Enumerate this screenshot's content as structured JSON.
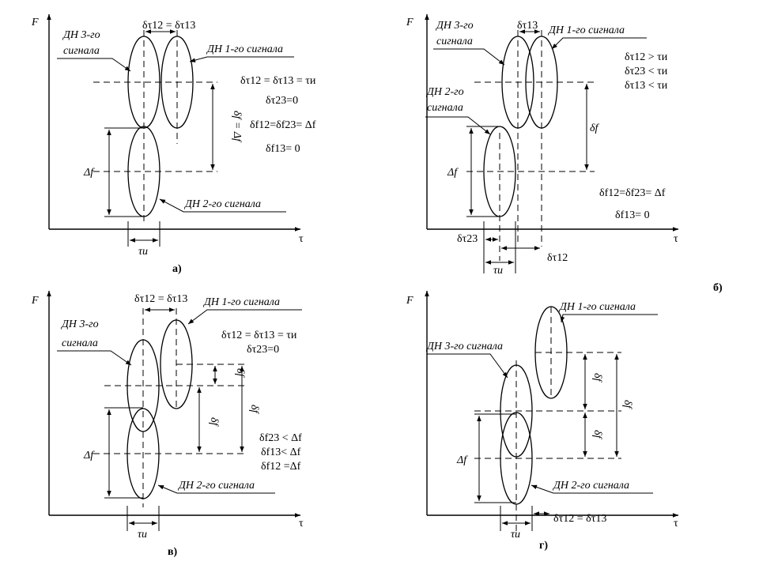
{
  "figure": {
    "panels": [
      {
        "id": "a",
        "caption": "а)",
        "axis_y": "F",
        "axis_x": "τ",
        "labels": {
          "dn3": [
            "ДН 3-го",
            "сигнала"
          ],
          "dn1": "ДН 1-го сигнала",
          "dn2": "ДН 2-го сигнала",
          "dtau_top": "δτ12 = δτ13",
          "delta_f": "Δf",
          "tau_u": "τи",
          "delta_f_right": "δf = Δf"
        },
        "equations": [
          "δτ12 = δτ13 = τи",
          "δτ23=0",
          "δf12=δf23= Δf",
          "δf13= 0"
        ]
      },
      {
        "id": "b",
        "caption": "б)",
        "axis_y": "F",
        "axis_x": "τ",
        "labels": {
          "dn3": [
            "ДН 3-го",
            "сигнала"
          ],
          "dn1": "ДН 1-го сигнала",
          "dn2": [
            "ДН 2-го",
            "сигнала"
          ],
          "dtau_top": "δτ13",
          "delta_f": "Δf",
          "df_right": "δf",
          "dtau23": "δτ23",
          "dtau12": "δτ12",
          "tau_u": "τи"
        },
        "equations_top": [
          "δτ12 > τи",
          "δτ23 < τи",
          "δτ13 < τи"
        ],
        "equations_bottom": [
          "δf12=δf23= Δf",
          "δf13= 0"
        ]
      },
      {
        "id": "v",
        "caption": "в)",
        "axis_y": "F",
        "axis_x": "τ",
        "labels": {
          "dn3": [
            "ДН 3-го",
            "сигнала"
          ],
          "dn1": "ДН 1-го сигнала",
          "dn2": "ДН 2-го сигнала",
          "dtau_top": "δτ12 = δτ13",
          "delta_f": "Δf",
          "tau_u": "τи",
          "df_small": "δf",
          "df_mid": "δf",
          "df_big": "δf"
        },
        "equations_top": [
          "δτ12 = δτ13 = τи",
          "δτ23=0"
        ],
        "equations_bottom": [
          "δf23 < Δf",
          "δf13< Δf",
          "δf12 =Δf"
        ]
      },
      {
        "id": "g",
        "caption": "г)",
        "axis_y": "F",
        "axis_x": "τ",
        "labels": {
          "dn1": "ДН 1-го сигнала",
          "dn3": "ДН 3-го сигнала",
          "dn2": "ДН 2-го сигнала",
          "delta_f": "Δf",
          "tau_u": "τи",
          "dtau_bottom": "δτ12 = δτ13",
          "df_upper": "δf",
          "df_lower": "δf",
          "df_big": "δf"
        }
      }
    ]
  }
}
